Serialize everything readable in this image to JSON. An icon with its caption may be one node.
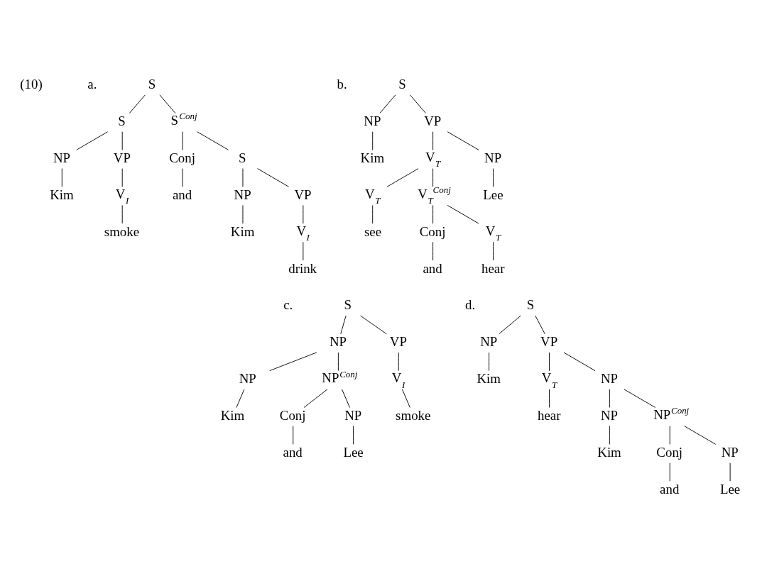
{
  "diagram": {
    "nodes": [
      {
        "text": [
          "S"
        ]
      },
      {
        "text": [
          "S"
        ]
      },
      {
        "text": [
          "S$^{Conj}$"
        ]
      },
      {
        "text": [
          "NP"
        ]
      },
      {
        "text": [
          "VP"
        ]
      },
      {
        "text": [
          "Kim"
        ]
      },
      {
        "text": [
          "V$_{I}$"
        ]
      },
      {
        "text": [
          "smoke"
        ]
      },
      {
        "text": [
          "Conj"
        ]
      },
      {
        "text": [
          "S"
        ]
      },
      {
        "text": [
          "and"
        ]
      },
      {
        "text": [
          "NP"
        ]
      },
      {
        "text": [
          "VP"
        ]
      },
      {
        "text": [
          "Kim"
        ]
      },
      {
        "text": [
          "V$_{I}$"
        ]
      },
      {
        "text": [
          "drink"
        ]
      },
      {
        "text": [
          "S"
        ]
      },
      {
        "text": [
          "NP"
        ]
      },
      {
        "text": [
          "VP"
        ]
      },
      {
        "text": [
          "Kim"
        ]
      },
      {
        "text": [
          "V$_{T}$"
        ]
      },
      {
        "text": [
          "NP"
        ]
      },
      {
        "text": [
          "V$_{T}$"
        ]
      },
      {
        "text": [
          "V$_{T}$$^{Conj}$"
        ]
      },
      {
        "text": [
          "Lee"
        ]
      },
      {
        "text": [
          "see"
        ]
      },
      {
        "text": [
          "Conj"
        ]
      },
      {
        "text": [
          "V$_{T}$"
        ]
      },
      {
        "text": [
          "and"
        ]
      },
      {
        "text": [
          "hear"
        ]
      },
      {
        "text": [
          "S"
        ]
      },
      {
        "text": [
          "NP"
        ]
      },
      {
        "text": [
          "VP"
        ]
      },
      {
        "text": [
          "NP"
        ]
      },
      {
        "text": [
          "NP$^{Conj}$"
        ]
      },
      {
        "text": [
          "V$_{I}$"
        ]
      },
      {
        "text": [
          "Kim"
        ]
      },
      {
        "text": [
          "Conj"
        ]
      },
      {
        "text": [
          "NP"
        ]
      },
      {
        "text": [
          "smoke"
        ]
      },
      {
        "text": [
          "and"
        ]
      },
      {
        "text": [
          "Lee"
        ]
      },
      {
        "text": [
          "S"
        ]
      },
      {
        "text": [
          "NP"
        ]
      },
      {
        "text": [
          "VP"
        ]
      },
      {
        "text": [
          "Kim"
        ]
      },
      {
        "text": [
          "V$_{T}$"
        ]
      },
      {
        "text": [
          "NP"
        ]
      },
      {
        "text": [
          "hear"
        ]
      },
      {
        "text": [
          "NP"
        ]
      },
      {
        "text": [
          "NP$^{Conj}$"
        ]
      },
      {
        "text": [
          "Kim"
        ]
      },
      {
        "text": [
          "Conj"
        ]
      },
      {
        "text": [
          "NP"
        ]
      },
      {
        "text": [
          "and"
        ]
      },
      {
        "text": [
          "Lee"
        ]
      }
    ],
    "edges": [
      {
        "from": 0,
        "to": 1,
        "arrow": "none"
      },
      {
        "from": 0,
        "to": 2,
        "arrow": "none"
      },
      {
        "from": 1,
        "to": 3,
        "arrow": "none"
      },
      {
        "from": 1,
        "to": 4,
        "arrow": "none"
      },
      {
        "from": 3,
        "to": 5,
        "arrow": "none"
      },
      {
        "from": 4,
        "to": 6,
        "arrow": "none"
      },
      {
        "from": 6,
        "to": 7,
        "arrow": "none"
      },
      {
        "from": 2,
        "to": 8,
        "arrow": "none"
      },
      {
        "from": 2,
        "to": 9,
        "arrow": "none"
      },
      {
        "from": 8,
        "to": 10,
        "arrow": "none"
      },
      {
        "from": 9,
        "to": 11,
        "arrow": "none"
      },
      {
        "from": 9,
        "to": 12,
        "arrow": "none"
      },
      {
        "from": 11,
        "to": 13,
        "arrow": "none"
      },
      {
        "from": 12,
        "to": 14,
        "arrow": "none"
      },
      {
        "from": 14,
        "to": 15,
        "arrow": "none"
      },
      {
        "from": 16,
        "to": 17,
        "arrow": "none"
      },
      {
        "from": 16,
        "to": 18,
        "arrow": "none"
      },
      {
        "from": 17,
        "to": 19,
        "arrow": "none"
      },
      {
        "from": 18,
        "to": 20,
        "arrow": "none"
      },
      {
        "from": 18,
        "to": 21,
        "arrow": "none"
      },
      {
        "from": 21,
        "to": 24,
        "arrow": "none"
      },
      {
        "from": 20,
        "to": 22,
        "arrow": "none"
      },
      {
        "from": 20,
        "to": 23,
        "arrow": "none"
      },
      {
        "from": 22,
        "to": 25,
        "arrow": "none"
      },
      {
        "from": 23,
        "to": 26,
        "arrow": "none"
      },
      {
        "from": 23,
        "to": 27,
        "arrow": "none"
      },
      {
        "from": 26,
        "to": 28,
        "arrow": "none"
      },
      {
        "from": 27,
        "to": 29,
        "arrow": "none"
      },
      {
        "from": 30,
        "to": 31,
        "arrow": "none"
      },
      {
        "from": 30,
        "to": 32,
        "arrow": "none"
      },
      {
        "from": 31,
        "to": 33,
        "arrow": "none"
      },
      {
        "from": 31,
        "to": 34,
        "arrow": "none"
      },
      {
        "from": 32,
        "to": 35,
        "arrow": "none"
      },
      {
        "from": 33,
        "to": 36,
        "arrow": "none"
      },
      {
        "from": 34,
        "to": 37,
        "arrow": "none"
      },
      {
        "from": 34,
        "to": 38,
        "arrow": "none"
      },
      {
        "from": 35,
        "to": 39,
        "arrow": "none"
      },
      {
        "from": 37,
        "to": 40,
        "arrow": "none"
      },
      {
        "from": 38,
        "to": 41,
        "arrow": "none"
      },
      {
        "from": 42,
        "to": 43,
        "arrow": "none"
      },
      {
        "from": 42,
        "to": 44,
        "arrow": "none"
      },
      {
        "from": 43,
        "to": 45,
        "arrow": "none"
      },
      {
        "from": 44,
        "to": 46,
        "arrow": "none"
      },
      {
        "from": 44,
        "to": 47,
        "arrow": "none"
      },
      {
        "from": 46,
        "to": 48,
        "arrow": "none"
      },
      {
        "from": 47,
        "to": 49,
        "arrow": "none"
      },
      {
        "from": 47,
        "to": 50,
        "arrow": "none"
      },
      {
        "from": 49,
        "to": 51,
        "arrow": "none"
      },
      {
        "from": 50,
        "to": 52,
        "arrow": "none"
      },
      {
        "from": 50,
        "to": 53,
        "arrow": "none"
      },
      {
        "from": 52,
        "to": 54,
        "arrow": "none"
      },
      {
        "from": 53,
        "to": 55,
        "arrow": "none"
      }
    ],
    "labels": [
      "(10)",
      "a.",
      "b.",
      "c.",
      "d."
    ]
  }
}
